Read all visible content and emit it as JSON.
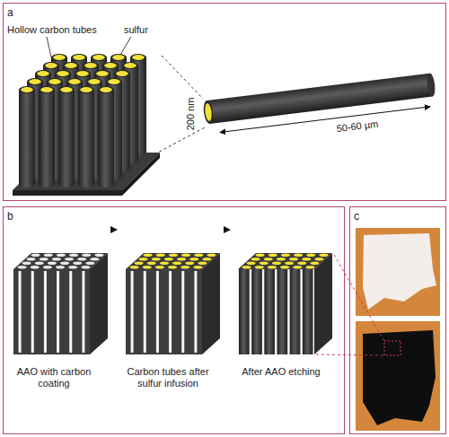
{
  "diagram": {
    "nodes": [
      {
        "text": [
          "a"
        ]
      },
      {
        "text": [
          "b"
        ]
      },
      {
        "text": [
          "c"
        ]
      }
    ],
    "labels": [
      "Hollow carbon tubes",
      "sulfur",
      "200 nm",
      "50-60 µm",
      "AAO with carbon coating",
      "Carbon tubes after sulfur infusion",
      "After AAO etching"
    ]
  }
}
